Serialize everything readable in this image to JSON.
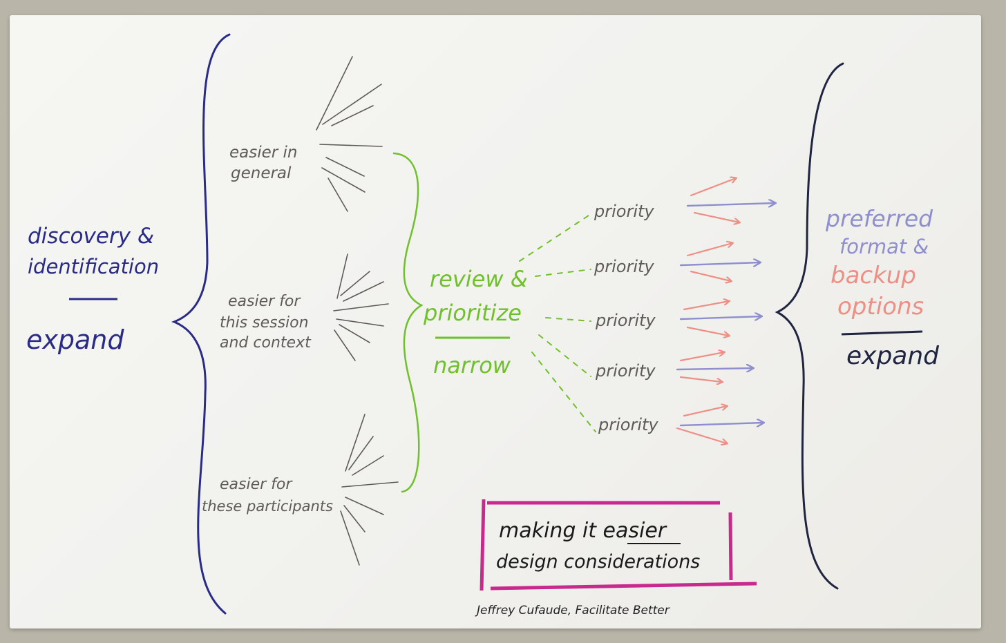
{
  "colors": {
    "navy": "#2a2b86",
    "dark": "#1f2440",
    "green": "#6fc02a",
    "grey": "#5e5a58",
    "pink": "#ee8f86",
    "blue": "#8f8fd0",
    "magenta": "#c8298d"
  },
  "left": {
    "line1": "discovery &",
    "line2": "identification",
    "line3": "expand"
  },
  "sources": [
    {
      "line1": "easier in",
      "line2": "general",
      "line3": ""
    },
    {
      "line1": "easier for",
      "line2": "this session",
      "line3": "and context"
    },
    {
      "line1": "easier for",
      "line2": "these participants",
      "line3": ""
    }
  ],
  "middle": {
    "line1": "review &",
    "line2": "prioritize",
    "line3": "narrow"
  },
  "priorities": [
    "priority",
    "priority",
    "priority",
    "priority",
    "priority"
  ],
  "right": {
    "line1": "preferred",
    "line2": "format &",
    "line3": "backup",
    "line4": "options",
    "line5": "expand"
  },
  "box": {
    "line1": "making it easier",
    "line2": "design considerations"
  },
  "credit": "Jeffrey Cufaude, Facilitate Better"
}
